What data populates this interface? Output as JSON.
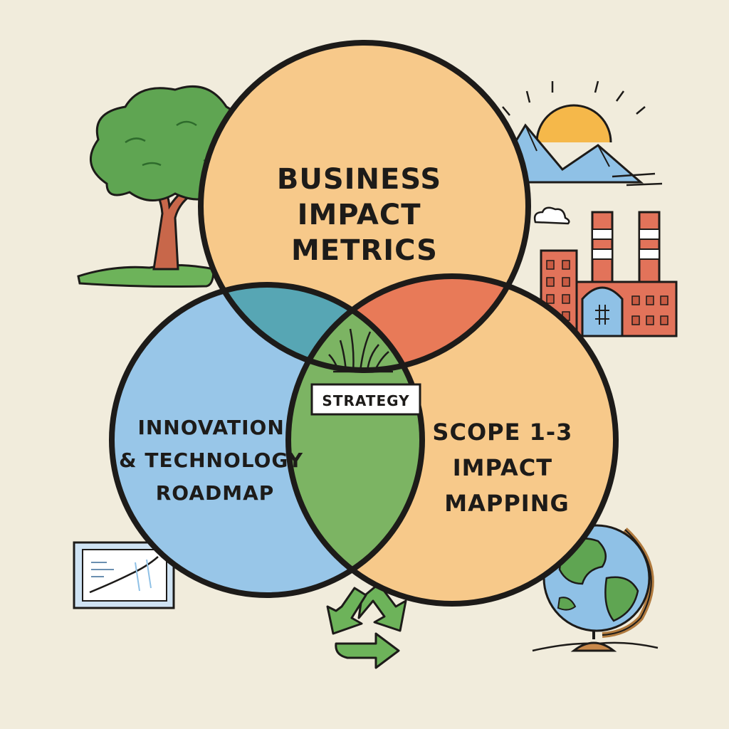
{
  "diagram": {
    "type": "venn",
    "sets": [
      {
        "id": "top",
        "label_lines": [
          "BUSINESS",
          "IMPACT",
          "METRICS"
        ],
        "color": "#f7c98a"
      },
      {
        "id": "left",
        "label_lines": [
          "INNOVATION",
          "& TECHNOLOGY",
          "ROADMAP"
        ],
        "color": "#98c6e8"
      },
      {
        "id": "right",
        "label_lines": [
          "SCOPE 1-3",
          "IMPACT",
          "MAPPING"
        ],
        "color": "#f7c98a"
      }
    ],
    "intersections": {
      "top_left": "#57a6b4",
      "top_right": "#e87a58",
      "left_right": "#7cb463",
      "all": "#7cb463"
    },
    "center_label": "STRATEGY"
  },
  "icons": [
    "tree-icon",
    "sprout-icon",
    "cloud-icon",
    "mountain-sun-icon",
    "factory-icon",
    "chart-board-icon",
    "recycle-icon",
    "globe-icon",
    "grass-icon"
  ],
  "colors": {
    "background": "#f1ecdc",
    "outline": "#1d1b19",
    "tree_green": "#5fa552",
    "factory_red": "#e2735a",
    "sky_blue": "#8fc1e6",
    "sun_yellow": "#f5b84a"
  }
}
